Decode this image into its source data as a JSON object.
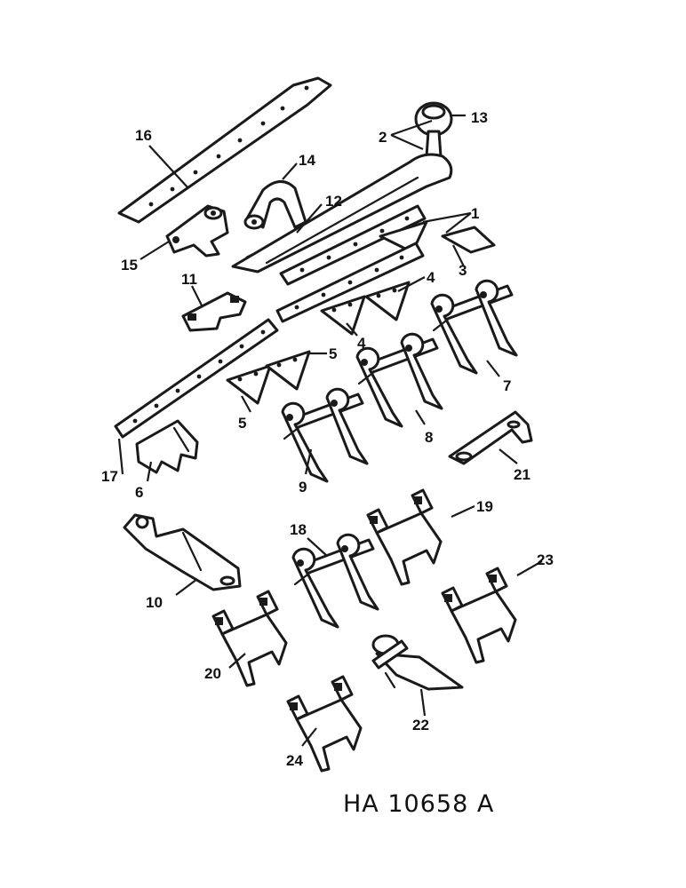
{
  "diagram": {
    "drawing_code": "HA 10658 A",
    "callouts": {
      "c1": "1",
      "c2": "2",
      "c3": "3",
      "c4a": "4",
      "c4b": "4",
      "c5a": "5",
      "c5b": "5",
      "c6": "6",
      "c7": "7",
      "c8": "8",
      "c9": "9",
      "c10": "10",
      "c11": "11",
      "c12": "12",
      "c13": "13",
      "c14": "14",
      "c15": "15",
      "c16": "16",
      "c17": "17",
      "c18": "18",
      "c19": "19",
      "c20": "20",
      "c21": "21",
      "c22": "22",
      "c23": "23",
      "c24": "24"
    }
  }
}
